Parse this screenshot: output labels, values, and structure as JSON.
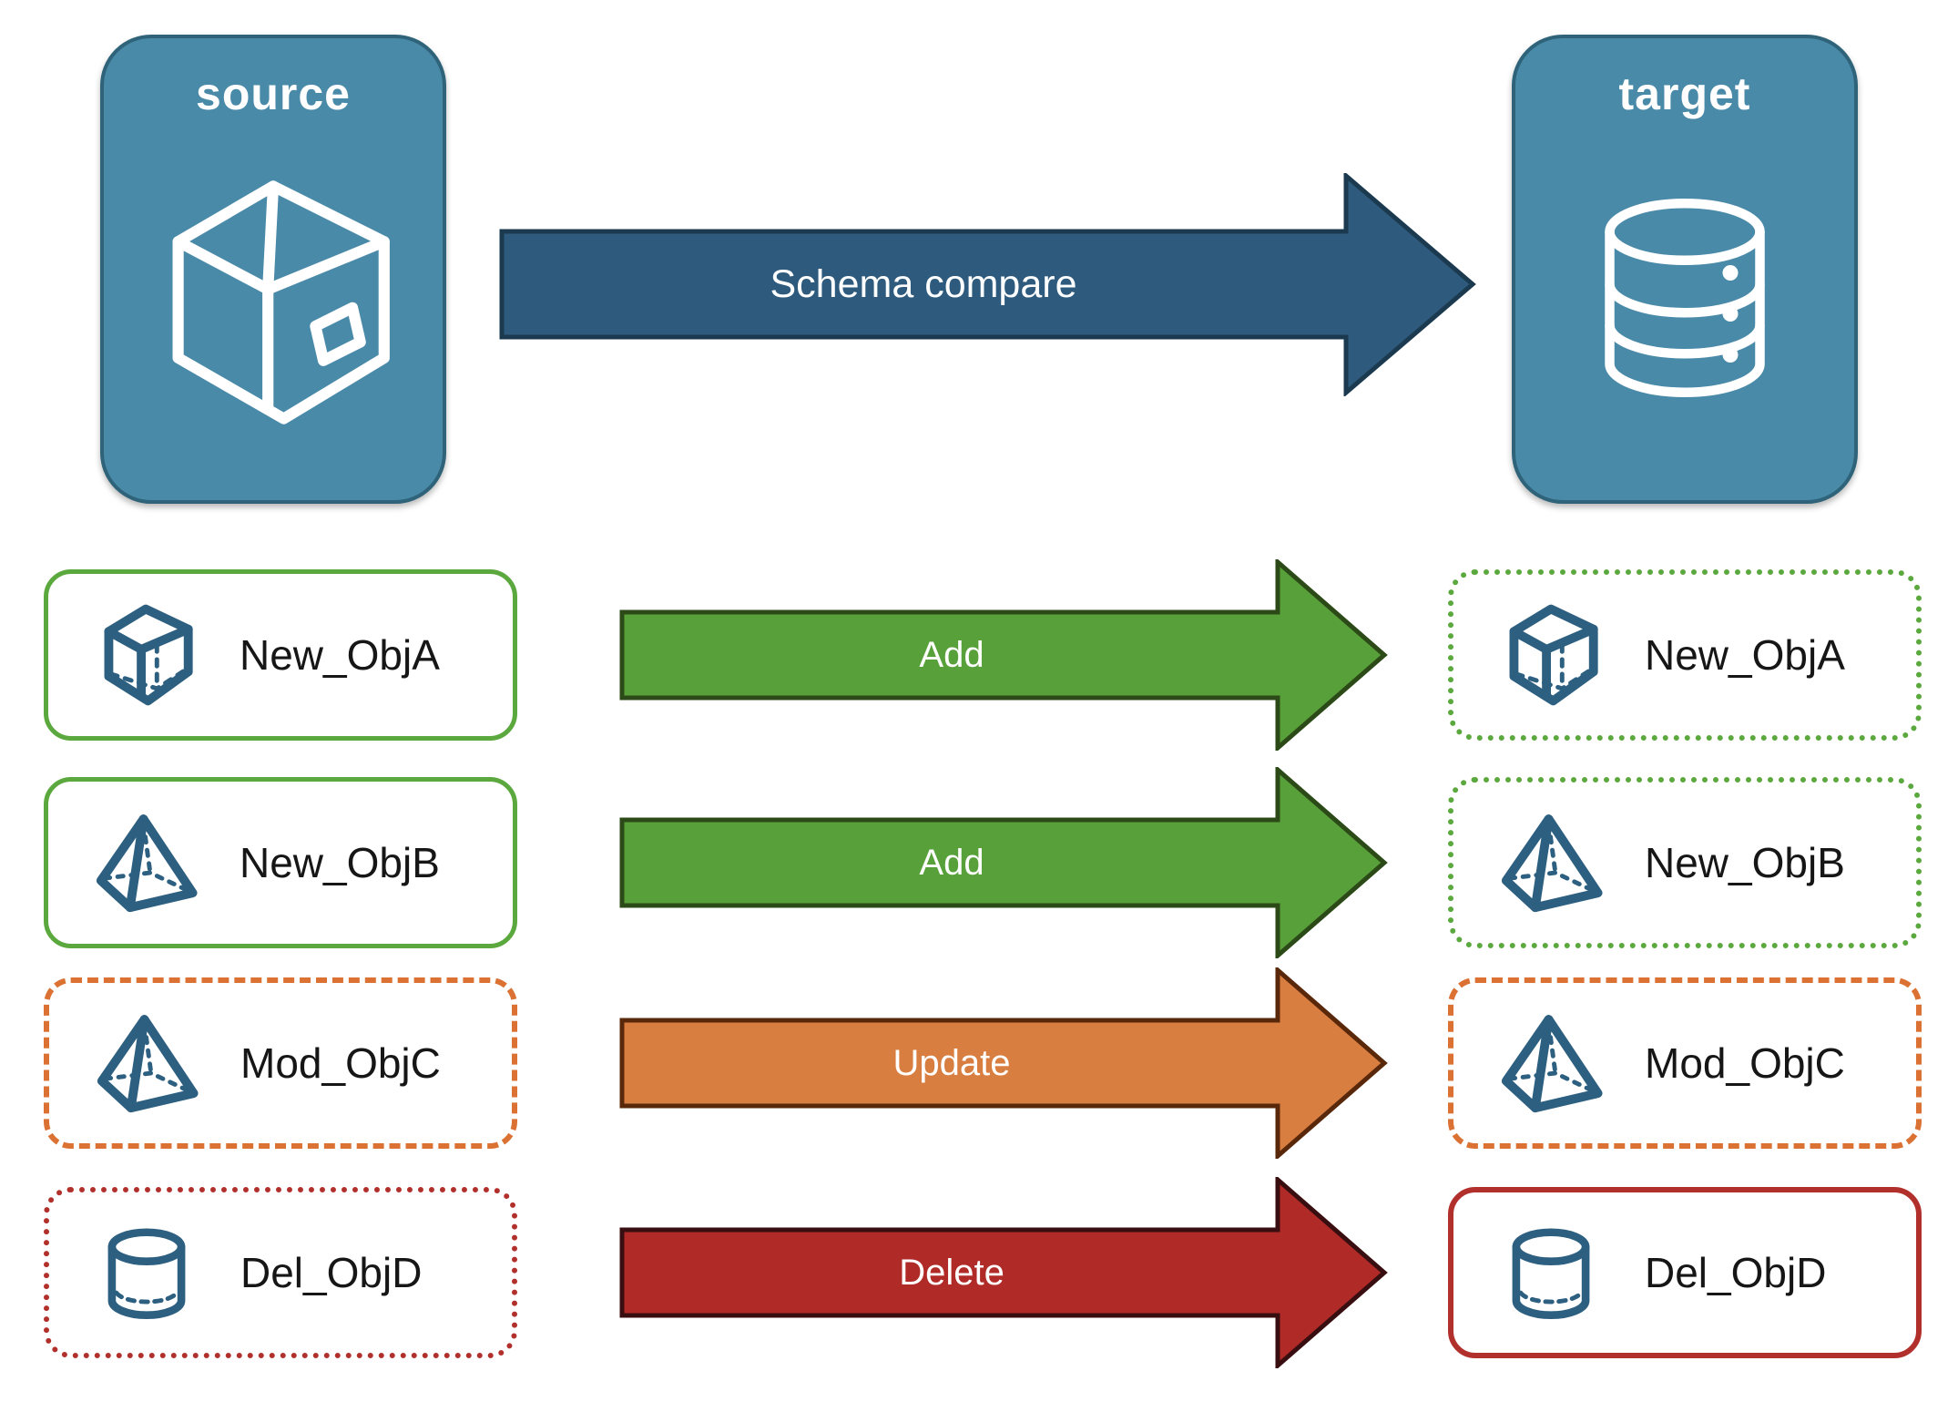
{
  "panels": {
    "source": {
      "label": "source",
      "icon": "package-box-icon"
    },
    "target": {
      "label": "target",
      "icon": "database-icon"
    }
  },
  "compare_arrow": {
    "label": "Schema compare",
    "fill": "#2e5b7d",
    "outline": "#1b3a50"
  },
  "rows": [
    {
      "label": "New_ObjA",
      "action": "Add",
      "icon": "cube-icon",
      "source_border": "solid-green",
      "target_border": "dotted-green",
      "action_fill": "#58a039"
    },
    {
      "label": "New_ObjB",
      "action": "Add",
      "icon": "pyramid-icon",
      "source_border": "solid-green",
      "target_border": "dotted-green",
      "action_fill": "#58a039"
    },
    {
      "label": "Mod_ObjC",
      "action": "Update",
      "icon": "pyramid-icon",
      "source_border": "dashed-orange",
      "target_border": "dashed-orange",
      "action_fill": "#d97e41"
    },
    {
      "label": "Del_ObjD",
      "action": "Delete",
      "icon": "cylinder-icon",
      "source_border": "dotted-red",
      "target_border": "solid-red",
      "action_fill": "#b02b27"
    }
  ],
  "colors": {
    "panel_blue": "#4a8aa9",
    "panel_border": "#2e637a",
    "icon_steel_blue": "#2d5f80",
    "green": "#5ba83e",
    "orange": "#db7233",
    "red": "#b2302c",
    "label_text": "#161616",
    "arrow_text": "#ffffff"
  }
}
